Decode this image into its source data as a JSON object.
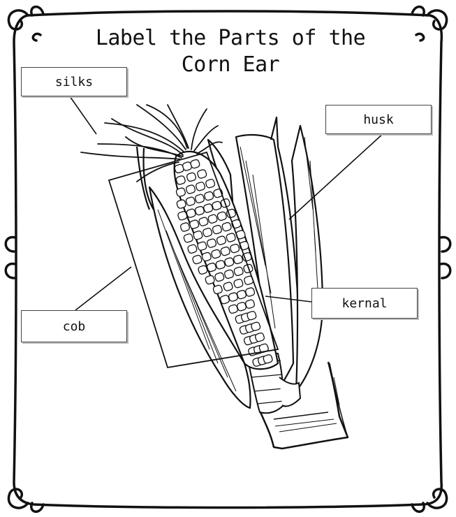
{
  "title": {
    "line1": "Label the Parts of the",
    "line2": "Corn Ear"
  },
  "labels": {
    "silks": "silks",
    "husk": "husk",
    "kernal": "kernal",
    "cob": "cob"
  },
  "colors": {
    "ink": "#111111",
    "paper": "#ffffff",
    "box_border": "#444444"
  }
}
